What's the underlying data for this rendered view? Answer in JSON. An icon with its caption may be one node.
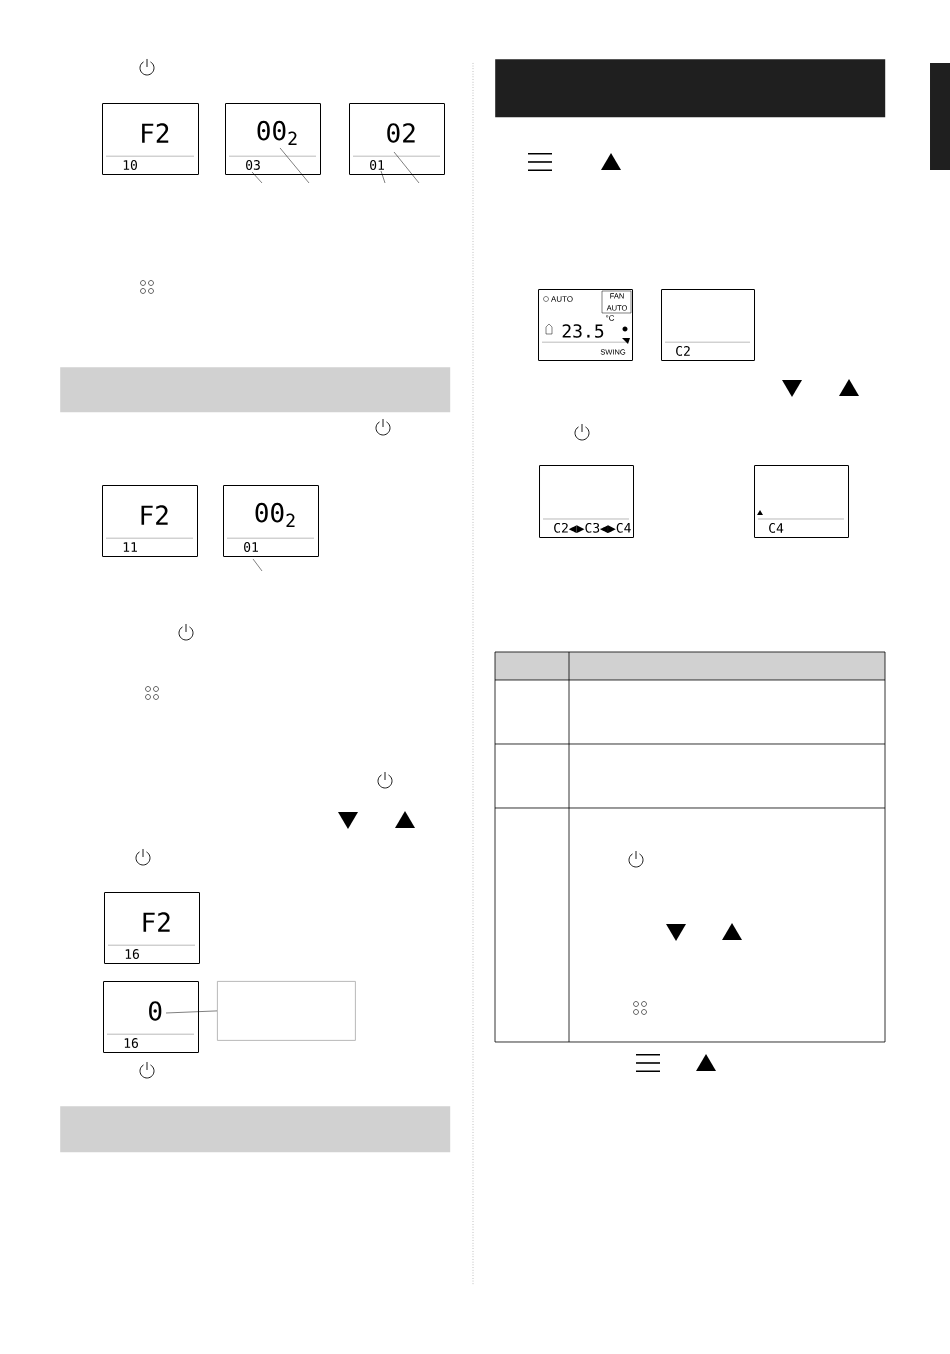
{
  "diagram": {
    "nodes": [
      {
        "text": [
          "F2",
          "10"
        ]
      },
      {
        "text": [
          "00$_{2}$",
          "03"
        ]
      },
      {
        "text": [
          "02",
          "01"
        ]
      },
      {
        "text": [],
        "shape": "bar"
      },
      {
        "text": [
          "F2",
          "11"
        ]
      },
      {
        "text": [
          "00$_{2}$",
          "01"
        ]
      },
      {
        "text": [
          "F2",
          "16"
        ]
      },
      {
        "text": [
          "0",
          "16"
        ]
      },
      {
        "text": [],
        "shape": "box"
      },
      {
        "text": [],
        "shape": "bar"
      },
      {
        "text": [],
        "shape": "bar"
      },
      {
        "text": [
          "AUTO",
          "FAN AUTO",
          "°C",
          "23.5",
          "SWING"
        ]
      },
      {
        "text": [
          "C2"
        ]
      },
      {
        "text": [
          "C2◀▶C3◀▶C4"
        ]
      },
      {
        "text": [
          "C4"
        ]
      }
    ],
    "edges": [
      {
        "from": 1,
        "to": null,
        "arrow": "none"
      },
      {
        "from": 1,
        "to": null,
        "arrow": "none"
      },
      {
        "from": 2,
        "to": null,
        "arrow": "none"
      },
      {
        "from": 2,
        "to": null,
        "arrow": "none"
      },
      {
        "from": 5,
        "to": null,
        "arrow": "none"
      },
      {
        "from": 7,
        "to": 8,
        "arrow": "none"
      }
    ]
  }
}
